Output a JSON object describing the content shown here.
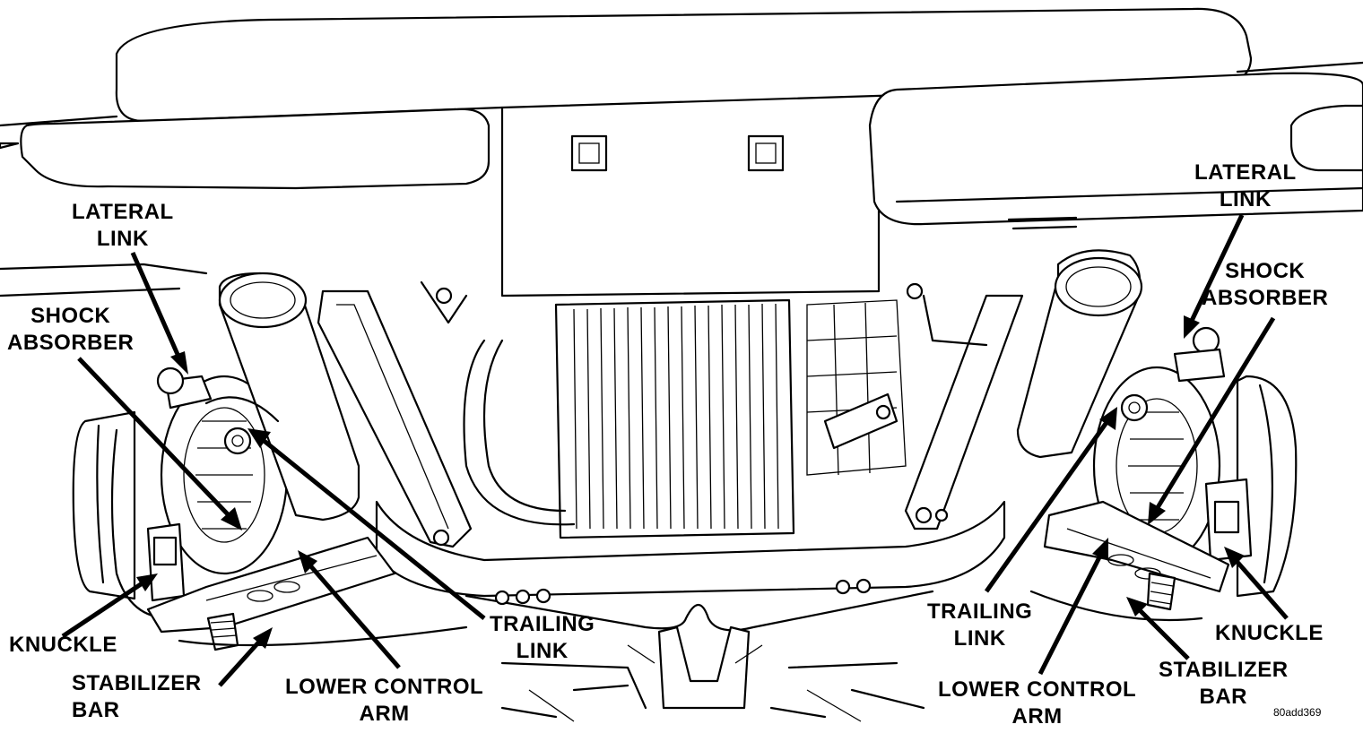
{
  "labels": {
    "lateral_link_left": [
      "LATERAL",
      "LINK"
    ],
    "shock_absorber_left": [
      "SHOCK",
      "ABSORBER"
    ],
    "knuckle_left": "KNUCKLE",
    "stabilizer_bar_left": [
      "STABILIZER",
      "BAR"
    ],
    "lower_control_arm_left": [
      "LOWER CONTROL",
      "ARM"
    ],
    "trailing_link_left": [
      "TRAILING",
      "LINK"
    ],
    "lateral_link_right": [
      "LATERAL",
      "LINK"
    ],
    "shock_absorber_right": [
      "SHOCK",
      "ABSORBER"
    ],
    "knuckle_right": "KNUCKLE",
    "stabilizer_bar_right": [
      "STABILIZER",
      "BAR"
    ],
    "lower_control_arm_right": [
      "LOWER CONTROL",
      "ARM"
    ],
    "trailing_link_right": [
      "TRAILING",
      "LINK"
    ]
  },
  "figure_code": "80add369"
}
